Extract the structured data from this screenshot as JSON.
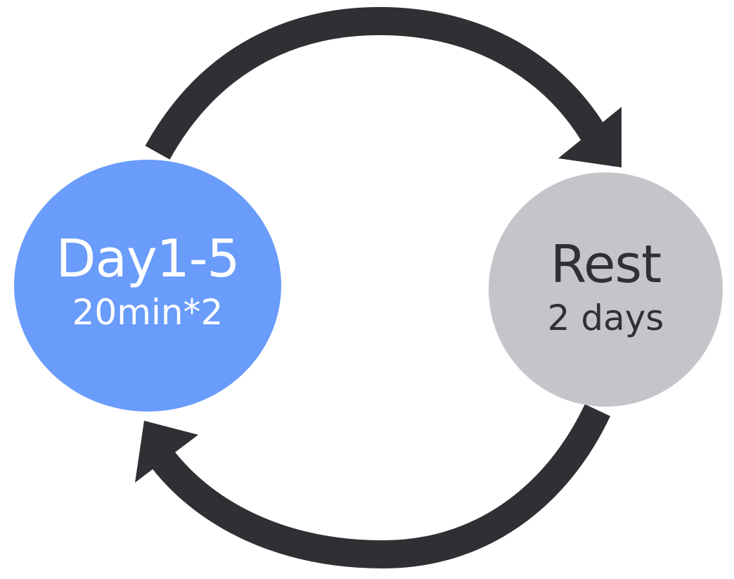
{
  "colors": {
    "background": "#ffffff",
    "arrow": "#2f3033",
    "work_fill": "#699cfb",
    "work_text": "#ffffff",
    "rest_fill": "#c4c5ca",
    "rest_text": "#2f3033"
  },
  "nodes": {
    "work": {
      "title": "Day1-5",
      "subtitle": "20min*2"
    },
    "rest": {
      "title": "Rest",
      "subtitle": "2 days"
    }
  },
  "arrows": [
    {
      "from": "work",
      "to": "rest",
      "icon": "curved-arrow-clockwise-top"
    },
    {
      "from": "rest",
      "to": "work",
      "icon": "curved-arrow-clockwise-bottom"
    }
  ]
}
